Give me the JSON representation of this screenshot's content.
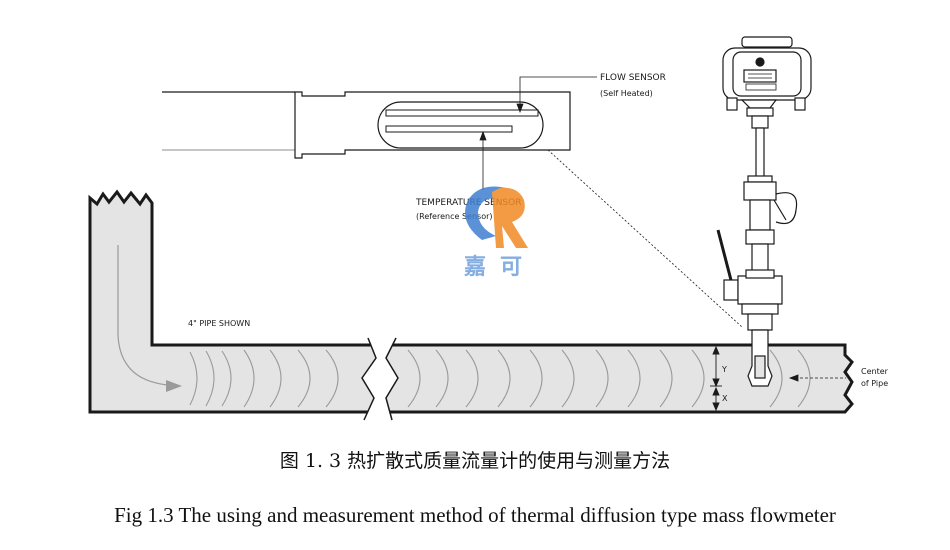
{
  "labels": {
    "flow_sensor": "FLOW SENSOR",
    "flow_sensor_sub": "(Self Heated)",
    "temperature_sensor": "TEMPERATURE SENSOR",
    "temperature_sensor_sub": "(Reference Sensor)",
    "pipe_shown": "4\" PIPE SHOWN",
    "center_of_pipe_line1": "Center",
    "center_of_pipe_line2": "of Pipe",
    "dim_y": "Y",
    "dim_x": "X"
  },
  "watermark": {
    "text": "嘉可",
    "colors": {
      "blue": "#3f7fd1",
      "orange": "#f08a24"
    }
  },
  "caption": {
    "cn": "图 1. 3 热扩散式质量流量计的使用与测量方法",
    "en": "Fig 1.3 The using and measurement method of thermal diffusion type mass flowmeter"
  },
  "colors": {
    "pipe_fill": "#e4e4e4",
    "line": "#1a1a1a"
  }
}
